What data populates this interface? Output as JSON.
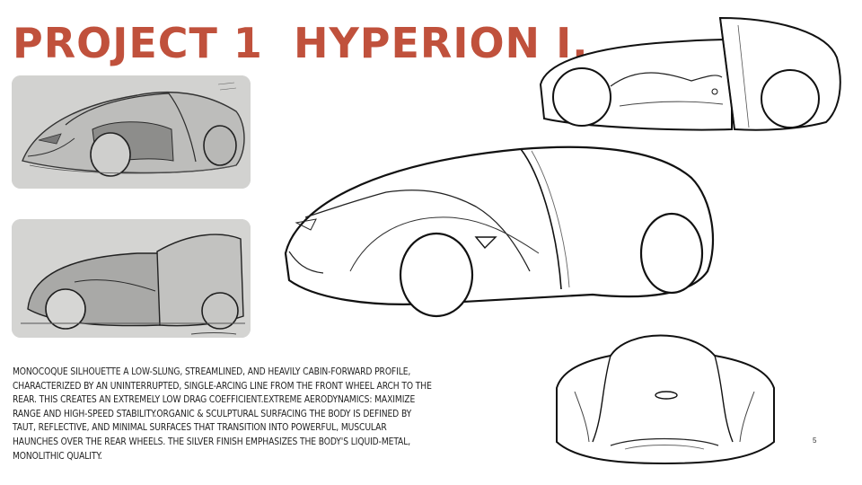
{
  "slide": {
    "title": "Project 1  Hyperion I.",
    "description": "Monocoque Silhouette A low-slung, streamlined, and heavily cabin-forward profile, characterized by an uninterrupted, single-arcing line from the front wheel arch to the rear. This creates an extremely low drag coefficient.Extreme Aerodynamics: Maximize range and high-speed stability.Organic & Sculptural Surfacing The body is defined by taut, reflective, and minimal surfaces that transition into powerful, muscular haunches over the rear wheels. The silver finish emphasizes the body's liquid-metal, monolithic quality.",
    "page_number": "5",
    "accent_color": "#c0513c"
  },
  "images": {
    "sketch_photo_1": {
      "signature": "Sketch"
    },
    "sketch_photo_2": {
      "signature": "Sketch"
    }
  }
}
